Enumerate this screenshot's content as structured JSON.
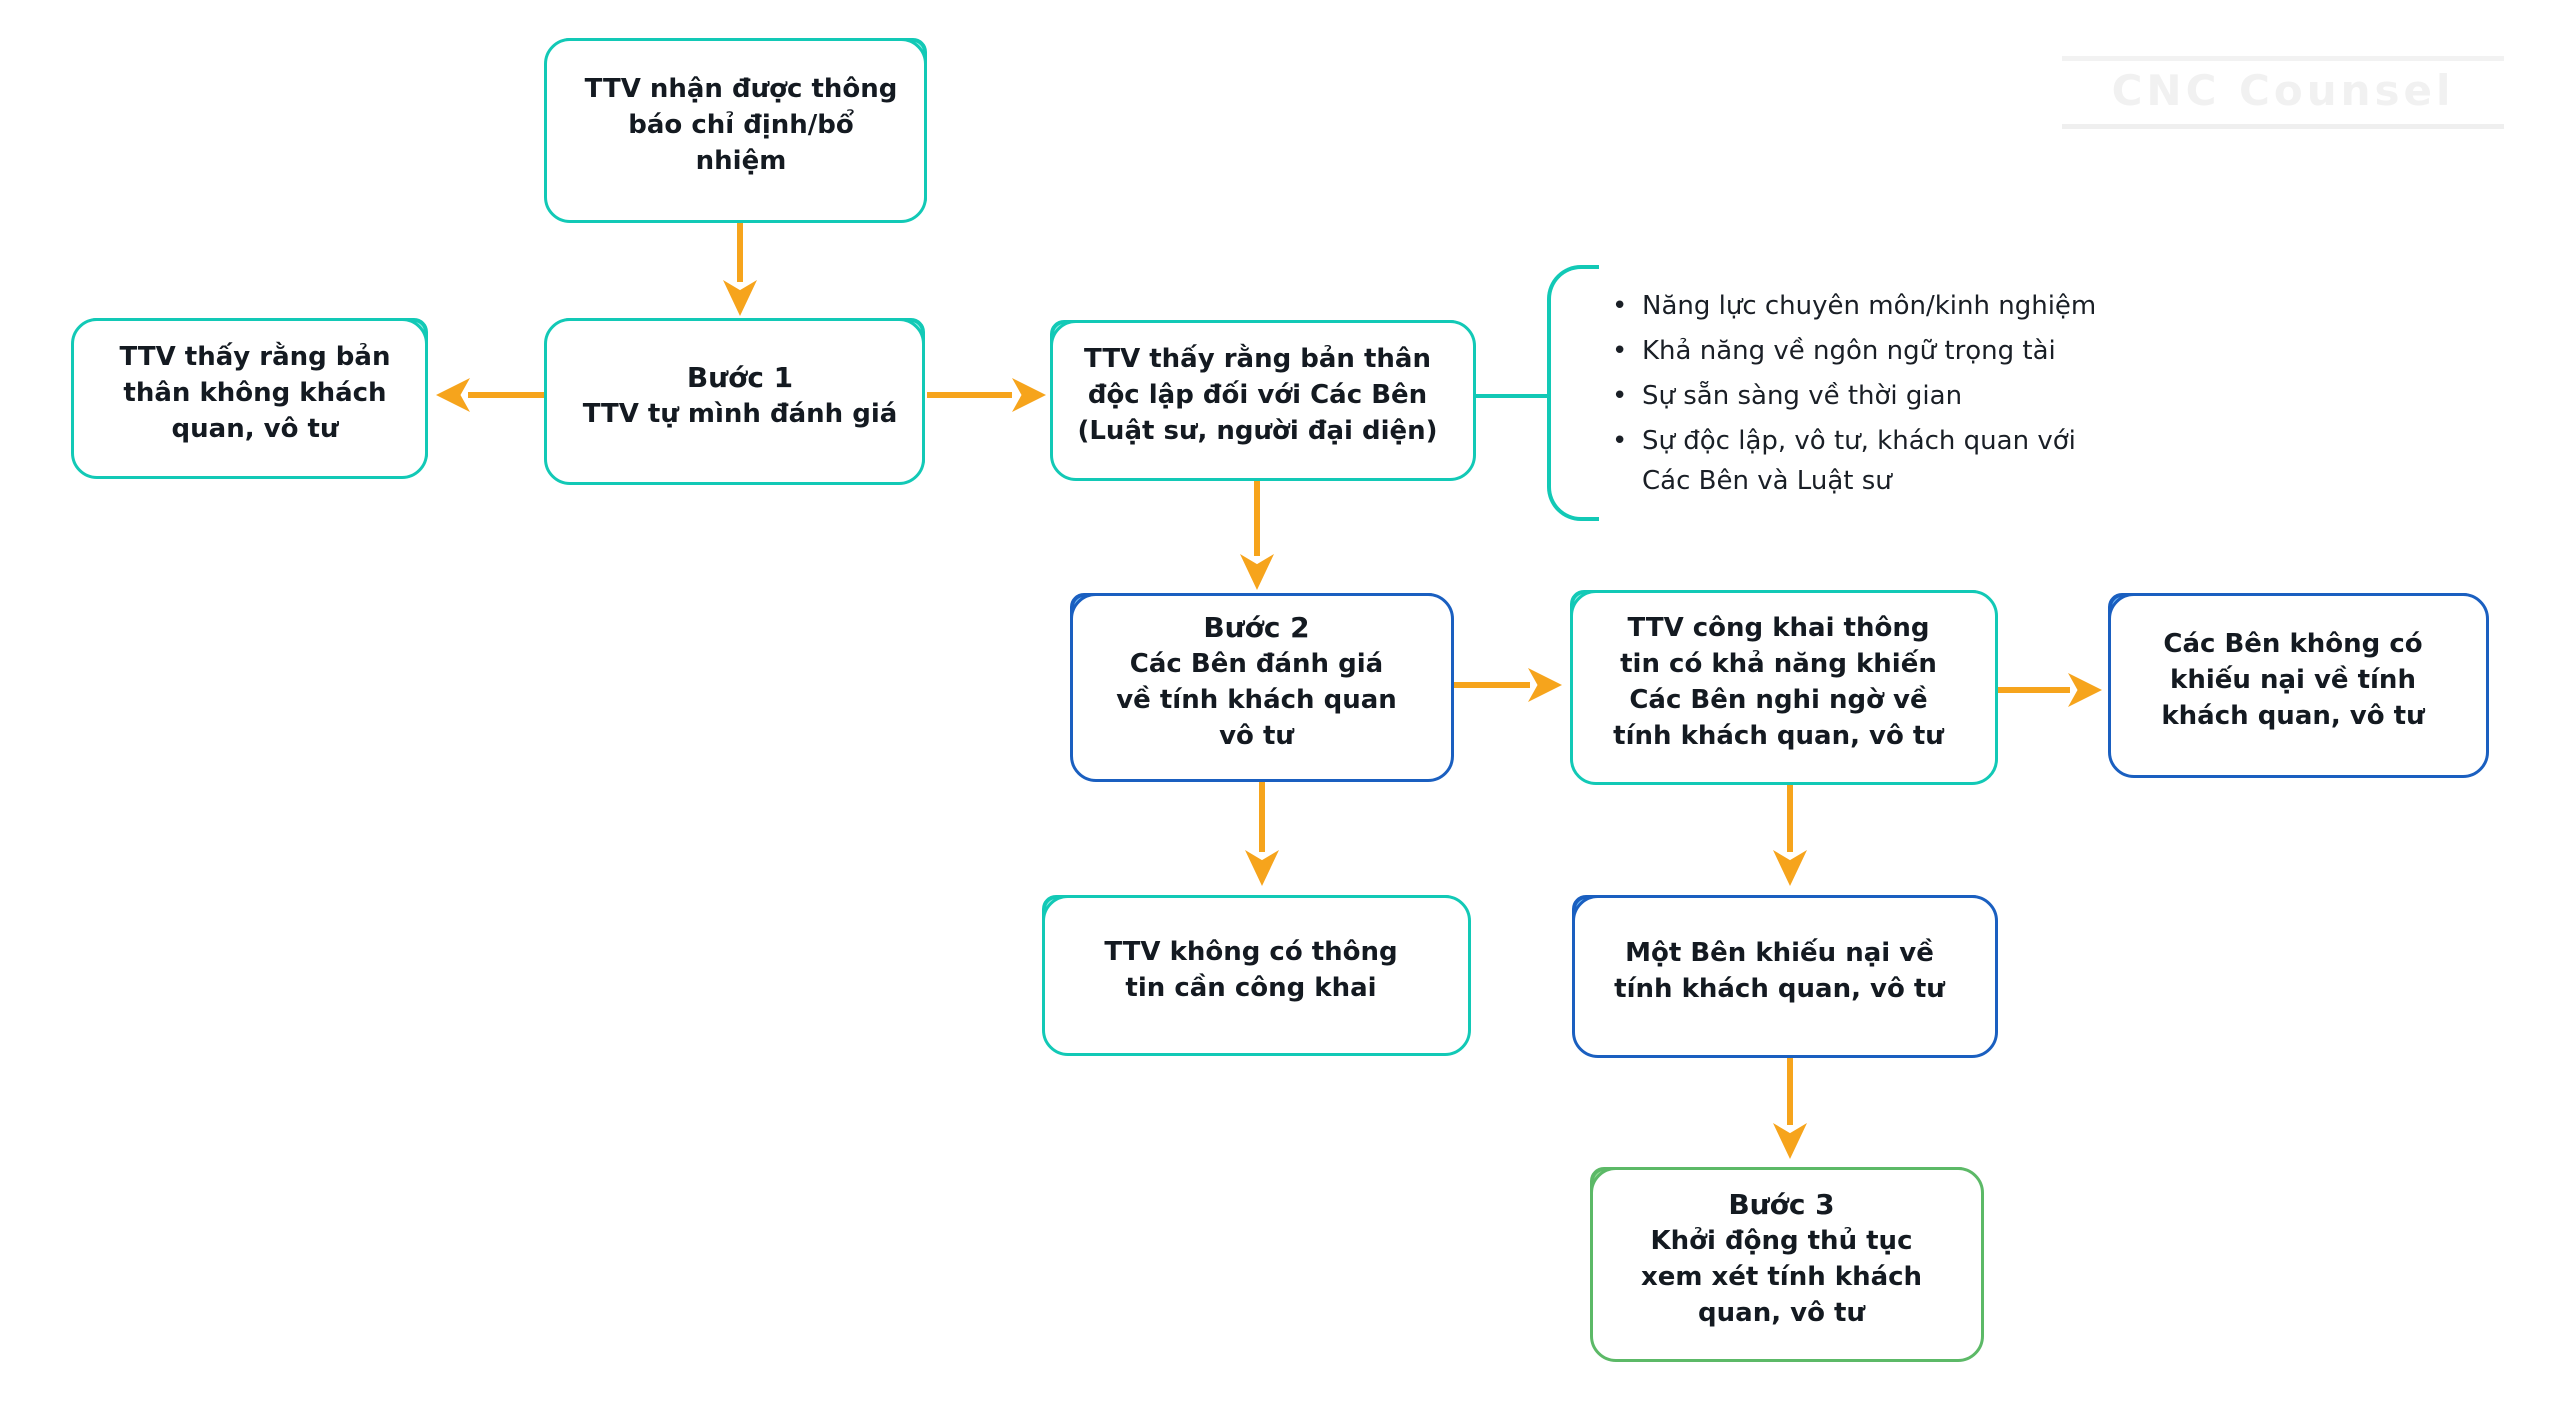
{
  "watermark": {
    "text": "CNC Counsel"
  },
  "colors": {
    "teal_border": "#12c9b6",
    "teal_fill": "#9fefe4",
    "blue_border": "#1a5fc0",
    "blue_fill": "#7cc1f8",
    "green_border": "#5cb967",
    "green_fill": "#9ae19b",
    "orange": "#f6a41c",
    "ink": "#141a21"
  },
  "nodes": [
    {
      "id": "notify",
      "variant": "teal",
      "text": "TTV nhận được thông\nbáo chỉ định/bổ\nnhiệm"
    },
    {
      "id": "step1",
      "variant": "teal",
      "title": "Bước 1",
      "text": "TTV tự mình đánh giá"
    },
    {
      "id": "not-impartial",
      "variant": "teal",
      "text": "TTV thấy rằng bản\nthân không khách\nquan, vô tư"
    },
    {
      "id": "independent",
      "variant": "teal",
      "text": "TTV thấy rằng bản thân\nđộc lập đối với Các Bên\n(Luật sư, người đại diện)"
    },
    {
      "id": "step2",
      "variant": "blue",
      "title": "Bước 2",
      "text": "Các Bên đánh giá\nvề tính khách quan\nvô tư"
    },
    {
      "id": "disclose",
      "variant": "teal",
      "text": "TTV công khai thông\ntin có khả năng khiến\nCác Bên nghi ngờ về\ntính khách quan, vô tư"
    },
    {
      "id": "no-complaint",
      "variant": "blue",
      "text": "Các Bên không có\nkhiếu nại về tính\nkhách quan, vô tư"
    },
    {
      "id": "no-info",
      "variant": "teal",
      "text": "TTV không có thông\ntin cần công khai"
    },
    {
      "id": "complaint",
      "variant": "blue",
      "text": "Một Bên khiếu nại về\ntính khách quan, vô tư"
    },
    {
      "id": "step3",
      "variant": "green",
      "title": "Bước 3",
      "text": "Khởi động thủ tục\nxem xét tính khách\nquan, vô tư"
    }
  ],
  "criteria": {
    "items": [
      "Năng lực chuyên môn/kinh nghiệm",
      "Khả năng về ngôn ngữ trọng tài",
      "Sự sẵn sàng về thời gian",
      "Sự độc lập, vô tư, khách quan với\nCác Bên và Luật sư"
    ]
  }
}
